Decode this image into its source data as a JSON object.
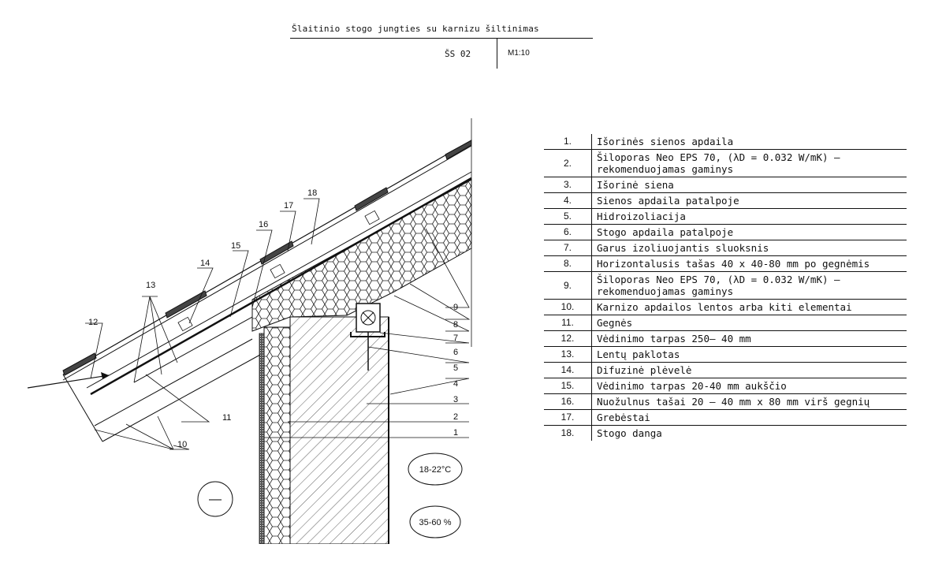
{
  "title_block": {
    "title": "Šlaitinio stogo jungties su karnizu šiltinimas",
    "code": "ŠS 02",
    "scale": "M1:10"
  },
  "drawing": {
    "callouts": [
      "1",
      "2",
      "3",
      "4",
      "5",
      "6",
      "7",
      "8",
      "9",
      "10",
      "11",
      "12",
      "13",
      "14",
      "15",
      "16",
      "17",
      "18"
    ],
    "temperature": "18-22°C",
    "humidity": "35-60 %",
    "exterior_symbol": "—"
  },
  "legend": [
    {
      "num": "1.",
      "text": "Išorinės sienos apdaila"
    },
    {
      "num": "2.",
      "text": "Šiloporas Neo EPS 70, (λD = 0.032 W/mK) – rekomenduojamas gaminys"
    },
    {
      "num": "3.",
      "text": "Išorinė siena"
    },
    {
      "num": "4.",
      "text": "Sienos apdaila patalpoje"
    },
    {
      "num": "5.",
      "text": "Hidroizoliacija"
    },
    {
      "num": "6.",
      "text": "Stogo apdaila patalpoje"
    },
    {
      "num": "7.",
      "text": "Garus izoliuojantis sluoksnis"
    },
    {
      "num": "8.",
      "text": "Horizontalusis tašas 40 x 40-80 mm po gegnėmis"
    },
    {
      "num": "9.",
      "text": "Šiloporas Neo EPS 70, (λD = 0.032 W/mK) – rekomenduojamas gaminys"
    },
    {
      "num": "10.",
      "text": "Karnizo apdailos lentos arba kiti elementai"
    },
    {
      "num": "11.",
      "text": "Gegnės"
    },
    {
      "num": "12.",
      "text": "Vėdinimo tarpas 250– 40 mm"
    },
    {
      "num": "13.",
      "text": "Lentų paklotas"
    },
    {
      "num": "14.",
      "text": "Difuzinė plėvelė"
    },
    {
      "num": "15.",
      "text": "Vėdinimo tarpas 20-40 mm aukščio"
    },
    {
      "num": "16.",
      "text": "Nuožulnus tašai 20 – 40 mm x 80 mm virš gegnių"
    },
    {
      "num": "17.",
      "text": "Grebėstai"
    },
    {
      "num": "18.",
      "text": "Stogo danga"
    }
  ]
}
